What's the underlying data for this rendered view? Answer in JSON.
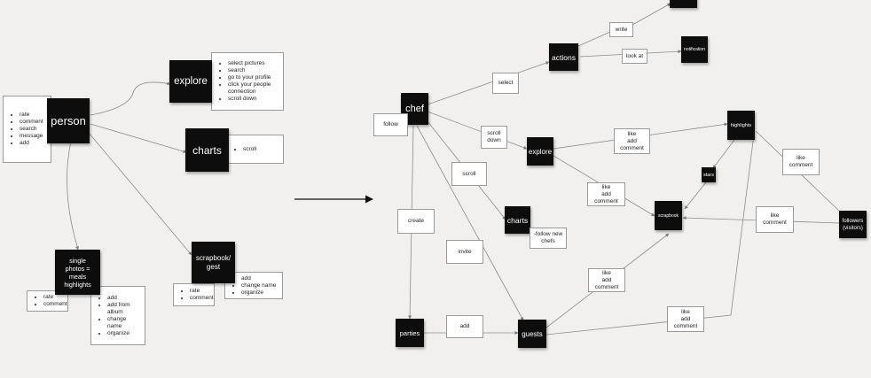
{
  "colors": {
    "background": "#f1f0ef",
    "note": "#0d0d0d",
    "card": "#ffffff",
    "line": "#8c8c8c"
  },
  "left": {
    "person": {
      "label": "person",
      "items": [
        "rate",
        "comment",
        "search",
        "message",
        "add"
      ]
    },
    "explore": {
      "label": "explore",
      "items": [
        "select pictures",
        "search",
        "go to your profile",
        "click your people connection",
        "scroll down"
      ]
    },
    "charts": {
      "label": "charts",
      "items": [
        "scroll"
      ]
    },
    "single": {
      "label": "single\nphotos =\nmeals\nhighlights",
      "items_a": [
        "rate",
        "comment"
      ],
      "items_b": [
        "add",
        "add from album",
        "change name",
        "organize"
      ]
    },
    "scrapbook": {
      "label": "scrapbook/\ngest",
      "items_a": [
        "rate",
        "comment"
      ],
      "items_b": [
        "add",
        "change name",
        "organize"
      ]
    }
  },
  "right": {
    "chef": "chef",
    "actions": "actions",
    "notification": "notification",
    "explore": "explore",
    "charts": "charts",
    "highlights": "highlights",
    "stars": "stars",
    "scrapbook": "scrapbook",
    "followers": "followers\n(visitors)",
    "parties": "parties",
    "guests": "guests"
  },
  "edge_labels": {
    "write": "write",
    "look_at": "look at",
    "select": "select",
    "follow": "follow",
    "scroll_down": "scroll\ndown",
    "scroll": "scroll",
    "like_add_comment_top": "like\nadd\ncomment",
    "like_comment_right": "like\ncomment",
    "like_add_comment_mid": "like\nadd\ncomment",
    "follow_new_chefs": "-follow new\nchefs",
    "like_comment_mid": "like\ncomment",
    "create": "create",
    "invite": "invite",
    "like_add_comment_low": "like\nadd\ncomment",
    "add": "add",
    "like_add_comment_bottom": "like\nadd\ncomment"
  }
}
